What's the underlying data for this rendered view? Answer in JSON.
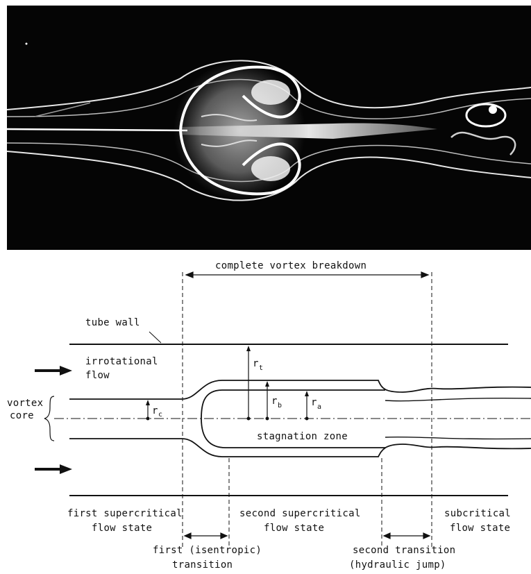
{
  "figure": {
    "photo_alt": "flow visualization photograph of vortex breakdown",
    "diagram": {
      "title": "complete  vortex  breakdown",
      "tube_wall": "tube wall",
      "irrotational_flow": [
        "irrotational",
        "flow"
      ],
      "vortex_core": [
        "vortex",
        "core"
      ],
      "stagnation_zone": "stagnation  zone",
      "radii": {
        "rc": {
          "main": "r",
          "sub": "c"
        },
        "rt": {
          "main": "r",
          "sub": "t"
        },
        "rb": {
          "main": "r",
          "sub": "b"
        },
        "ra": {
          "main": "r",
          "sub": "a"
        }
      },
      "states": {
        "first_supercritical": [
          "first supercritical",
          "flow state"
        ],
        "second_supercritical": [
          "second  supercritical",
          "flow state"
        ],
        "subcritical": [
          "subcritical",
          "flow state"
        ]
      },
      "transitions": {
        "first": [
          "first (isentropic)",
          "transition"
        ],
        "second": [
          "second transition",
          "(hydraulic jump)"
        ]
      }
    }
  }
}
